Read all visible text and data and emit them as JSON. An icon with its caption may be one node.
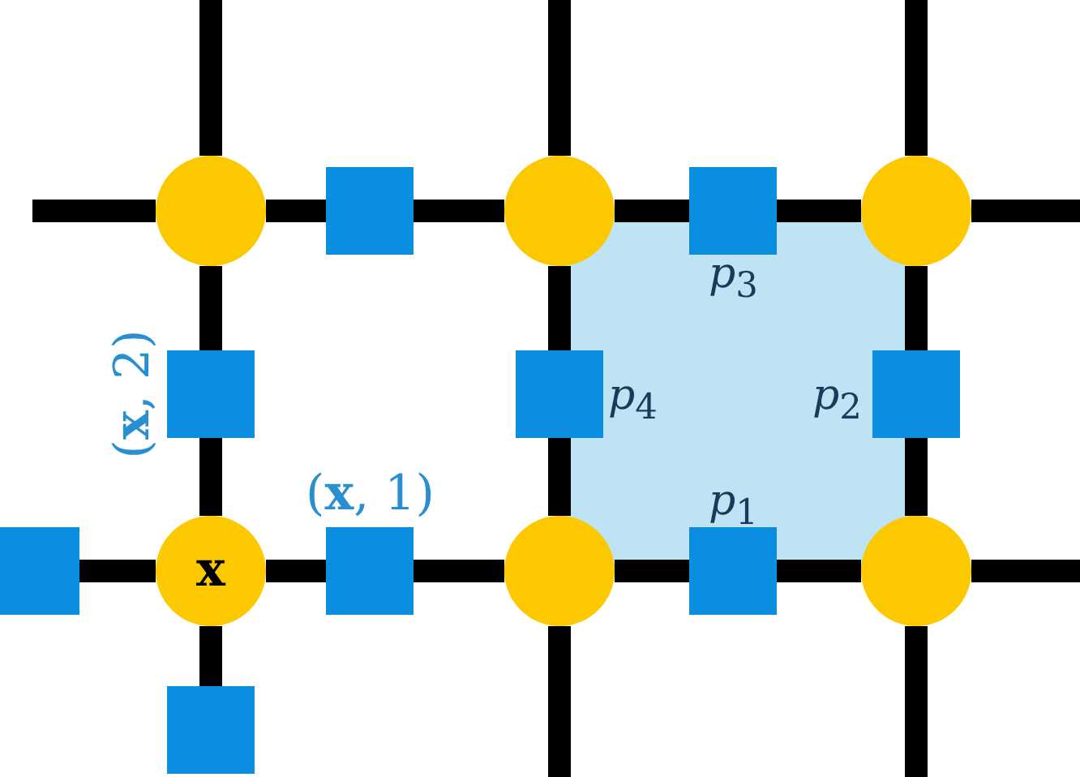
{
  "diagram": {
    "nodes": [
      {
        "text": [],
        "shape": "circle"
      },
      {
        "text": [],
        "shape": "box"
      },
      {
        "text": [],
        "shape": "circle"
      },
      {
        "text": [],
        "shape": "box",
        "beside": [
          "*p*$_{3}$"
        ]
      },
      {
        "text": [],
        "shape": "circle"
      },
      {
        "text": [],
        "shape": "box",
        "beside": [
          "(**x**, 2)"
        ]
      },
      {
        "text": [],
        "shape": "box",
        "beside": [
          "*p*$_{4}$"
        ]
      },
      {
        "text": [],
        "shape": "box",
        "beside": [
          "*p*$_{2}$"
        ]
      },
      {
        "text": [],
        "shape": "box"
      },
      {
        "text": [
          "x"
        ]
      },
      {
        "text": [],
        "shape": "box",
        "beside": [
          "(**x**, 1)"
        ]
      },
      {
        "text": [],
        "shape": "circle"
      },
      {
        "text": [],
        "shape": "box",
        "beside": [
          "*p*$_{1}$"
        ]
      },
      {
        "text": [],
        "shape": "circle"
      },
      {
        "text": [],
        "shape": "box"
      }
    ],
    "edges": [
      {
        "from": null,
        "to": 0,
        "arrow": "none"
      },
      {
        "from": 0,
        "to": 1,
        "arrow": "none"
      },
      {
        "from": 1,
        "to": 2,
        "arrow": "none"
      },
      {
        "from": 2,
        "to": 3,
        "arrow": "none"
      },
      {
        "from": 3,
        "to": 4,
        "arrow": "none"
      },
      {
        "from": 4,
        "to": null,
        "arrow": "none"
      },
      {
        "from": null,
        "to": 0,
        "arrow": "none"
      },
      {
        "from": 0,
        "to": 5,
        "arrow": "none"
      },
      {
        "from": 5,
        "to": 9,
        "arrow": "none"
      },
      {
        "from": 9,
        "to": 14,
        "arrow": "none"
      },
      {
        "from": null,
        "to": 2,
        "arrow": "none"
      },
      {
        "from": 2,
        "to": 6,
        "arrow": "none"
      },
      {
        "from": 6,
        "to": 11,
        "arrow": "none"
      },
      {
        "from": 11,
        "to": null,
        "arrow": "none"
      },
      {
        "from": null,
        "to": 4,
        "arrow": "none"
      },
      {
        "from": 4,
        "to": 7,
        "arrow": "none"
      },
      {
        "from": 7,
        "to": 13,
        "arrow": "none"
      },
      {
        "from": 13,
        "to": null,
        "arrow": "none"
      },
      {
        "from": 8,
        "to": 9,
        "arrow": "none"
      },
      {
        "from": 9,
        "to": 10,
        "arrow": "none"
      },
      {
        "from": 10,
        "to": 11,
        "arrow": "none"
      },
      {
        "from": 11,
        "to": 12,
        "arrow": "none"
      },
      {
        "from": 12,
        "to": 13,
        "arrow": "none"
      },
      {
        "from": 13,
        "to": null,
        "arrow": "none"
      }
    ]
  }
}
